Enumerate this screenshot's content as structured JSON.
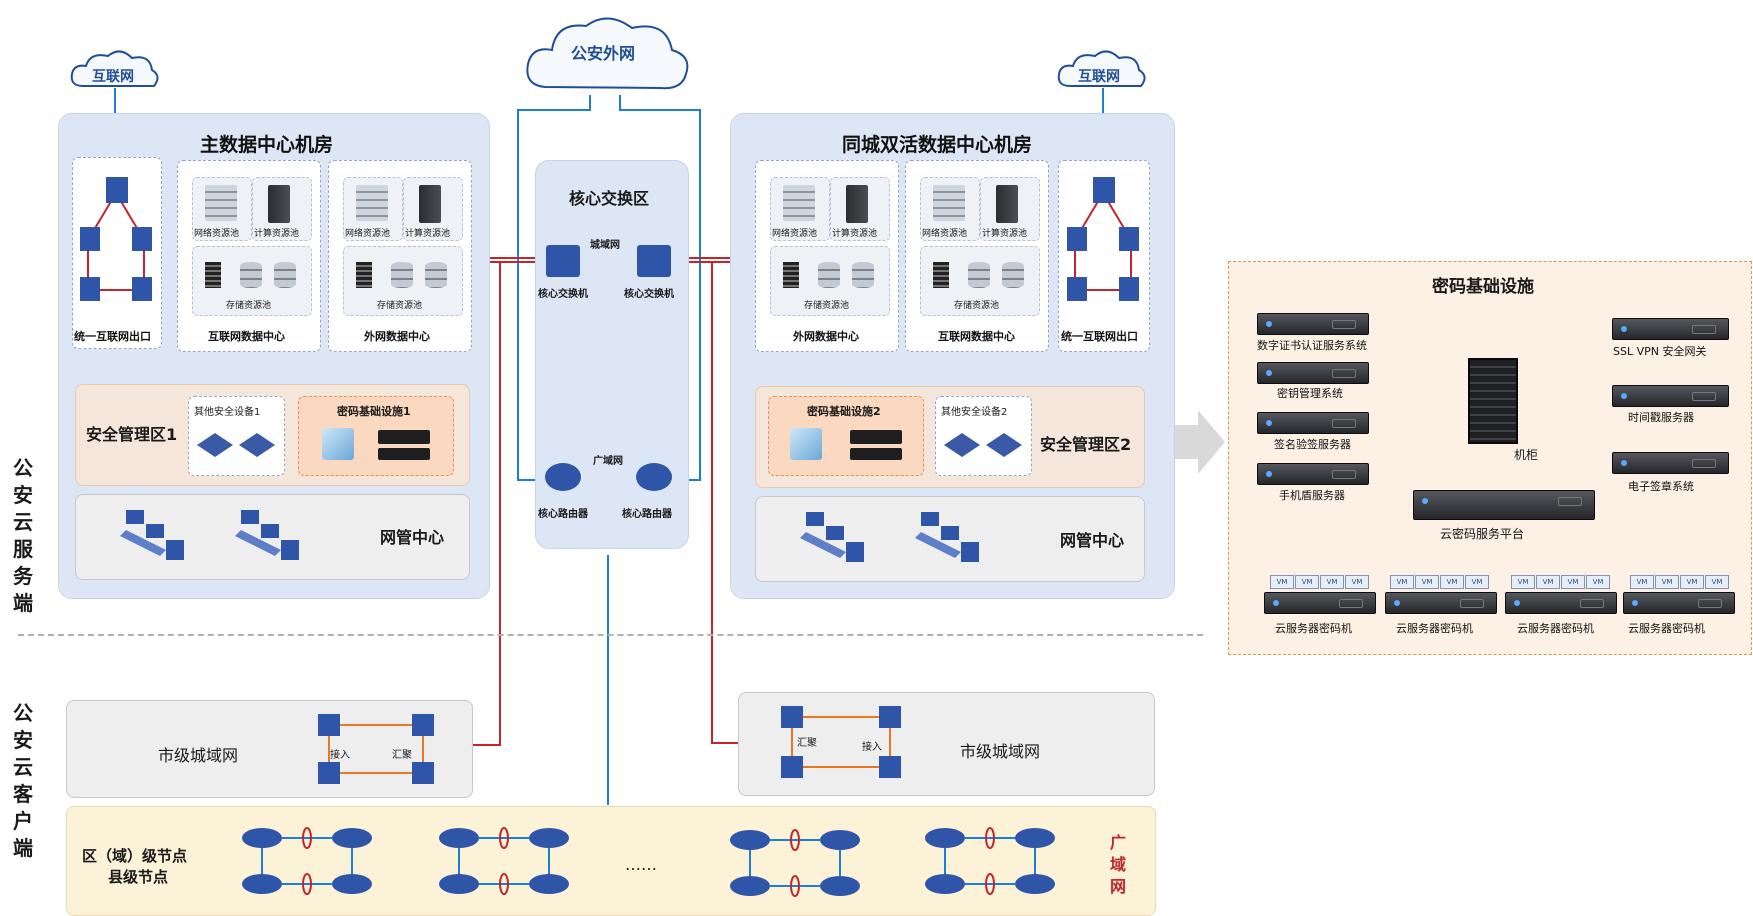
{
  "clouds": {
    "internet_left": "互联网",
    "police_external": "公安外网",
    "internet_right": "互联网"
  },
  "side_labels": {
    "server_side": "公安云服务端",
    "client_side": "公安云客户端"
  },
  "main_dc": {
    "title": "主数据中心机房",
    "internet_exit": "统一互联网出口",
    "network_pool": "网络资源池",
    "compute_pool": "计算资源池",
    "storage_pool": "存储资源池",
    "internet_dc": "互联网数据中心",
    "external_dc": "外网数据中心",
    "security_zone": "安全管理区1",
    "other_security": "其他安全设备1",
    "crypto_infra": "密码基础设施1",
    "nms": "网管中心"
  },
  "core": {
    "title": "核心交换区",
    "metro_net": "城域网",
    "switch_left": "核心交换机",
    "switch_right": "核心交换机",
    "wan": "广域网",
    "router_left": "核心路由器",
    "router_right": "核心路由器"
  },
  "backup_dc": {
    "title": "同城双活数据中心机房",
    "network_pool": "网络资源池",
    "compute_pool": "计算资源池",
    "storage_pool": "存储资源池",
    "external_dc": "外网数据中心",
    "internet_dc": "互联网数据中心",
    "internet_exit": "统一互联网出口",
    "crypto_infra": "密码基础设施2",
    "other_security": "其他安全设备2",
    "security_zone": "安全管理区2",
    "nms": "网管中心"
  },
  "crypto_panel": {
    "title": "密码基础设施",
    "left_devices": [
      "数字证书认证服务系统",
      "密钥管理系统",
      "签名验签服务器",
      "手机盾服务器"
    ],
    "right_devices": [
      "SSL VPN 安全网关",
      "时间戳服务器",
      "电子签章系统"
    ],
    "cabinet": "机柜",
    "platform": "云密码服务平台",
    "vm_tag": "VM",
    "bottom_devices": [
      "云服务器密码机",
      "云服务器密码机",
      "云服务器密码机",
      "云服务器密码机"
    ]
  },
  "client": {
    "metro_left": "市级城域网",
    "metro_right": "市级城域网",
    "access": "接入",
    "aggregate": "汇聚",
    "district_line1": "区（域）级节点",
    "district_line2": "县级节点",
    "ellipsis": "……",
    "wan_vertical": "广域网"
  },
  "colors": {
    "red_link": "#c0262b",
    "blue_link": "#1b7fd6",
    "orange_link": "#e87722",
    "panel_bg": "#dde6f5",
    "crypto_bg": "#fdf0e4"
  }
}
